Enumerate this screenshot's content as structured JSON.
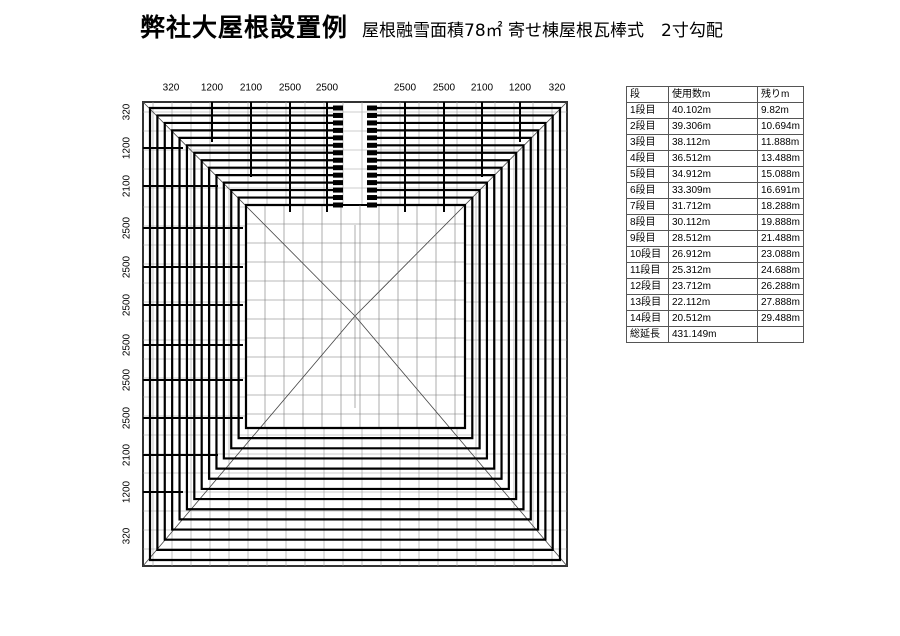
{
  "title": {
    "main": "弊社大屋根設置例",
    "sub": "屋根融雪面積78㎡ 寄せ棟屋根瓦棒式　2寸勾配"
  },
  "top_dims_left": [
    "320",
    "1200",
    "2100",
    "2500",
    "2500"
  ],
  "top_dims_right": [
    "2500",
    "2500",
    "2100",
    "1200",
    "320"
  ],
  "left_dims": [
    "320",
    "1200",
    "2100",
    "2500",
    "2500",
    "2500",
    "2500",
    "2500",
    "2500",
    "2100",
    "1200",
    "320"
  ],
  "table": {
    "headers": [
      "段",
      "使用数m",
      "残りm"
    ],
    "rows": [
      [
        "1段目",
        "40.102m",
        "9.82m"
      ],
      [
        "2段目",
        "39.306m",
        "10.694m"
      ],
      [
        "3段目",
        "38.112m",
        "11.888m"
      ],
      [
        "4段目",
        "36.512m",
        "13.488m"
      ],
      [
        "5段目",
        "34.912m",
        "15.088m"
      ],
      [
        "6段目",
        "33.309m",
        "16.691m"
      ],
      [
        "7段目",
        "31.712m",
        "18.288m"
      ],
      [
        "8段目",
        "30.112m",
        "19.888m"
      ],
      [
        "9段目",
        "28.512m",
        "21.488m"
      ],
      [
        "10段目",
        "26.912m",
        "23.088m"
      ],
      [
        "11段目",
        "25.312m",
        "24.688m"
      ],
      [
        "12段目",
        "23.712m",
        "26.288m"
      ],
      [
        "13段目",
        "22.112m",
        "27.888m"
      ],
      [
        "14段目",
        "20.512m",
        "29.488m"
      ]
    ],
    "total": [
      "総延長",
      "431.149m",
      ""
    ]
  }
}
